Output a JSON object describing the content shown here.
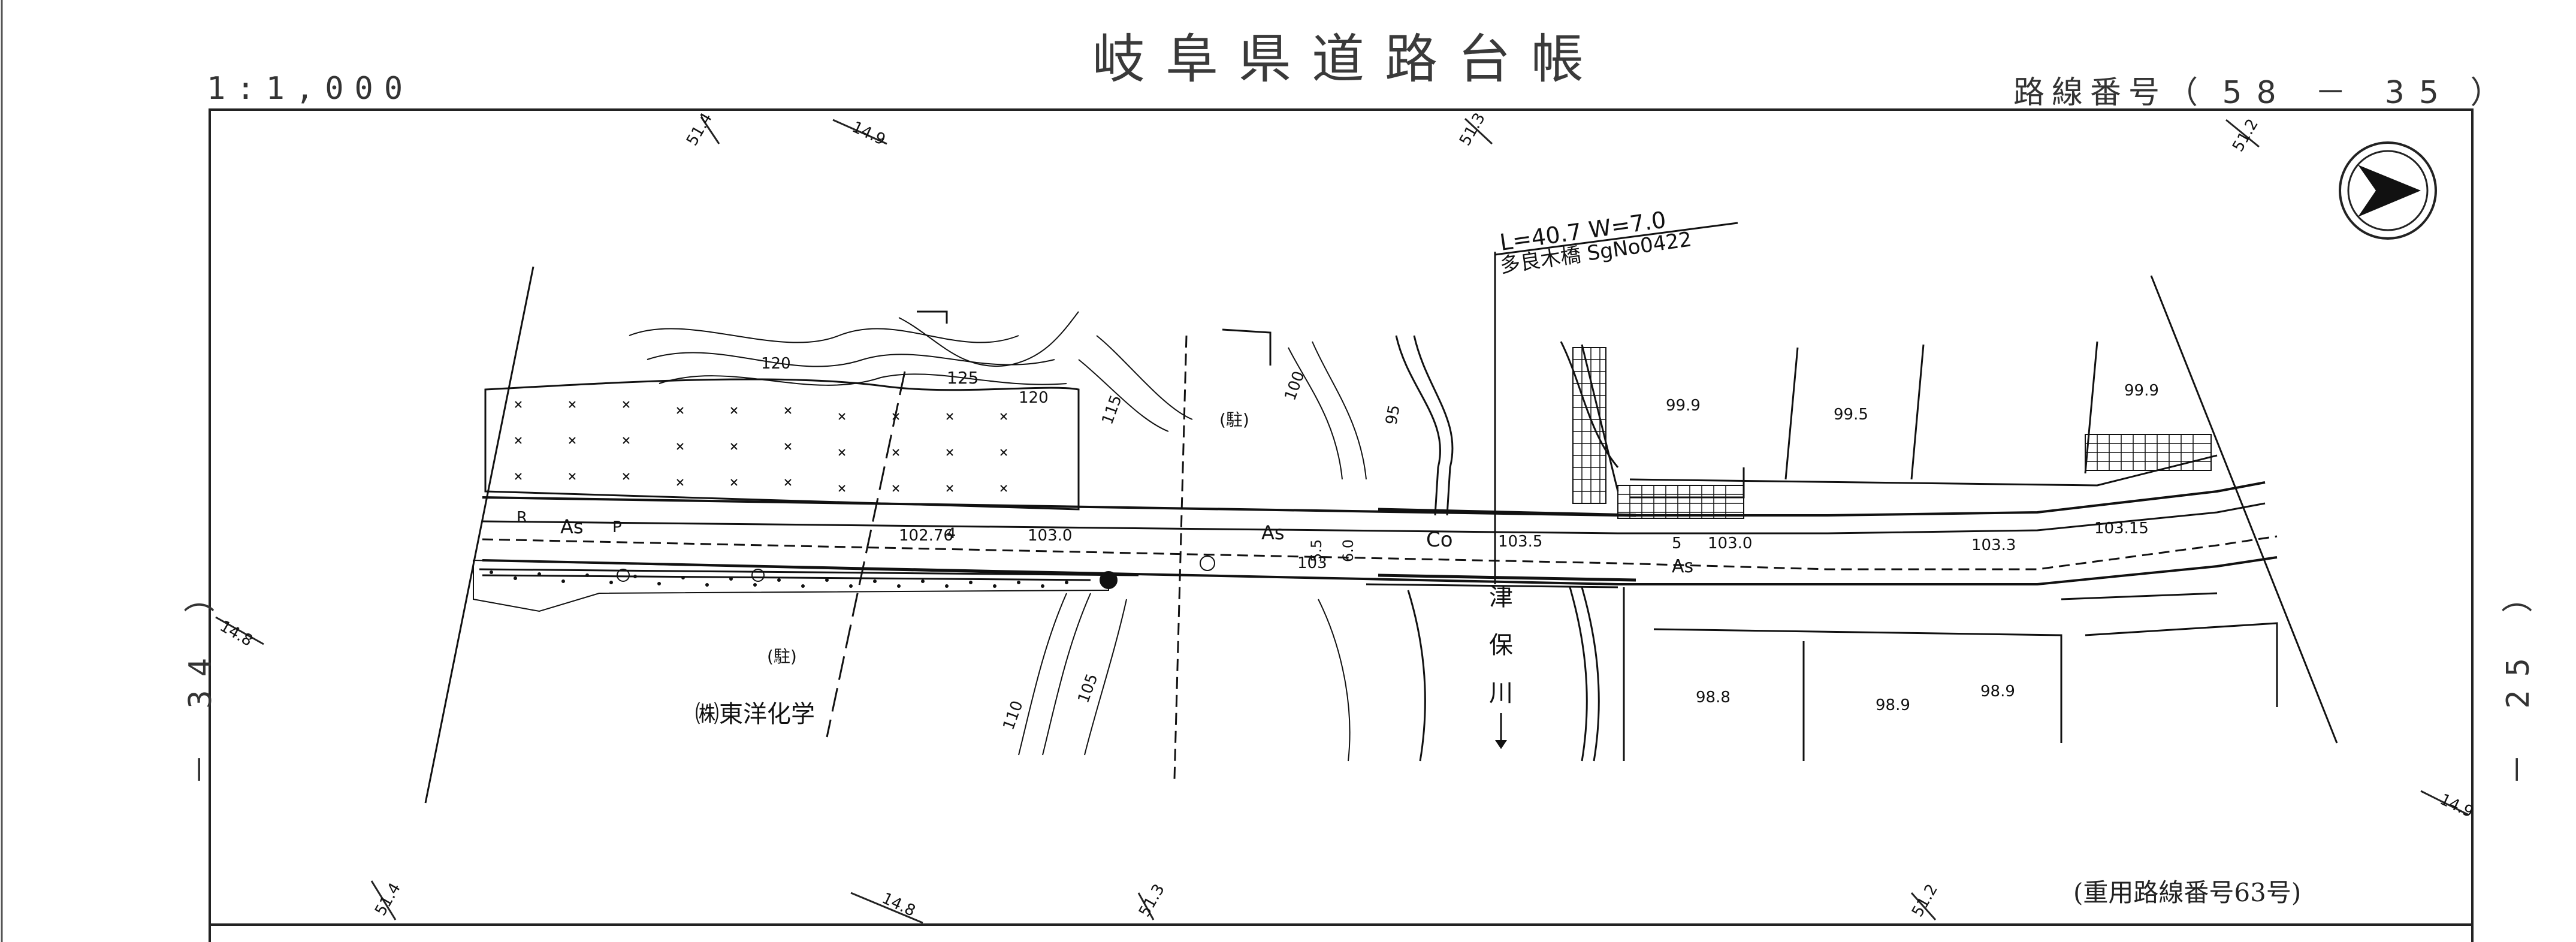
{
  "header": {
    "title": "岐阜県道路台帳",
    "scale": "1:1,000",
    "route_label": "路線番号（",
    "route_number": "58 － 35",
    "route_close": "）"
  },
  "side_labels": {
    "left": "－ 34 ）",
    "right": "－ 25 ）"
  },
  "footer_note": "(重用路線番号63号)",
  "bridge": {
    "dimensions": "L=40.7  W=7.0",
    "name_and_no": "多良木橋  SgNo0422"
  },
  "river": {
    "chars": [
      "津",
      "保",
      "川"
    ]
  },
  "map_labels": {
    "company": "㈱東洋化学",
    "parking_1": "(駐)",
    "parking_2": "(駐)",
    "road_surface_as": "As",
    "road_surface_as_2": "As",
    "road_surface_as_3": "As",
    "road_surface_co": "Co",
    "mark_r": "R",
    "mark_p": "P"
  },
  "elevations": {
    "e1": "102.76",
    "e2": "103.0",
    "e3": "103.5",
    "e4": "103.0",
    "e5": "103.3",
    "e6": "103.15",
    "e7": "103",
    "e8": "99.9",
    "e9": "99.5",
    "e10": "99.9",
    "e11": "98.8",
    "e12": "98.9",
    "e13": "98.9"
  },
  "contours": {
    "c120a": "120",
    "c125": "125",
    "c120b": "120",
    "c115": "115",
    "c100": "100",
    "c95": "95",
    "c110": "110",
    "c105": "105"
  },
  "grid_ticks": {
    "t1": "51.4",
    "t2": "14.9",
    "t3": "51.3",
    "t4": "51.2",
    "t5": "14.8",
    "t6": "51.4",
    "t7": "14.8",
    "t8": "51.3",
    "t9": "51.2",
    "t10": "14.9"
  },
  "widths": {
    "w4": "4",
    "w5a": "5.5",
    "w6": "6.0",
    "w5b": "5"
  },
  "colors": {
    "ink": "#111111",
    "frame": "#222222",
    "title": "#3a3a3a"
  },
  "icons": [
    "north-arrow-icon",
    "compass-icon"
  ]
}
